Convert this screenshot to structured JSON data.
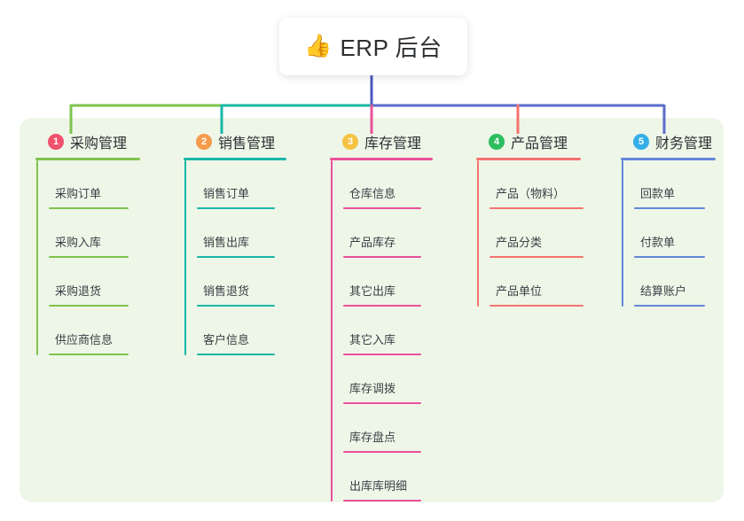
{
  "diagram": {
    "type": "mindmap",
    "title": {
      "emoji_icon": "thumbs-up-icon",
      "emoji": "👍",
      "text": "ERP 后台"
    },
    "panel_color": "#eef6e8",
    "root_stem_color": "#4a59c0",
    "branches": [
      {
        "number": "1",
        "badge_color": "#f0516c",
        "line_color": "#7ec34e",
        "title": "采购管理",
        "items": [
          "采购订单",
          "采购入库",
          "采购退货",
          "供应商信息"
        ]
      },
      {
        "number": "2",
        "badge_color": "#f59b4b",
        "line_color": "#19b7a6",
        "title": "销售管理",
        "items": [
          "销售订单",
          "销售出库",
          "销售退货",
          "客户信息"
        ]
      },
      {
        "number": "3",
        "badge_color": "#f5c242",
        "line_color": "#ea509a",
        "title": "库存管理",
        "items": [
          "仓库信息",
          "产品库存",
          "其它出库",
          "其它入库",
          "库存调拨",
          "库存盘点",
          "出库库明细"
        ]
      },
      {
        "number": "4",
        "badge_color": "#2dbe60",
        "line_color": "#f4736f",
        "title": "产品管理",
        "items": [
          "产品（物料）",
          "产品分类",
          "产品单位"
        ]
      },
      {
        "number": "5",
        "badge_color": "#33aee8",
        "line_color": "#6287d8",
        "title": "财务管理",
        "items": [
          "回款单",
          "付款单",
          "结算账户"
        ]
      }
    ]
  }
}
